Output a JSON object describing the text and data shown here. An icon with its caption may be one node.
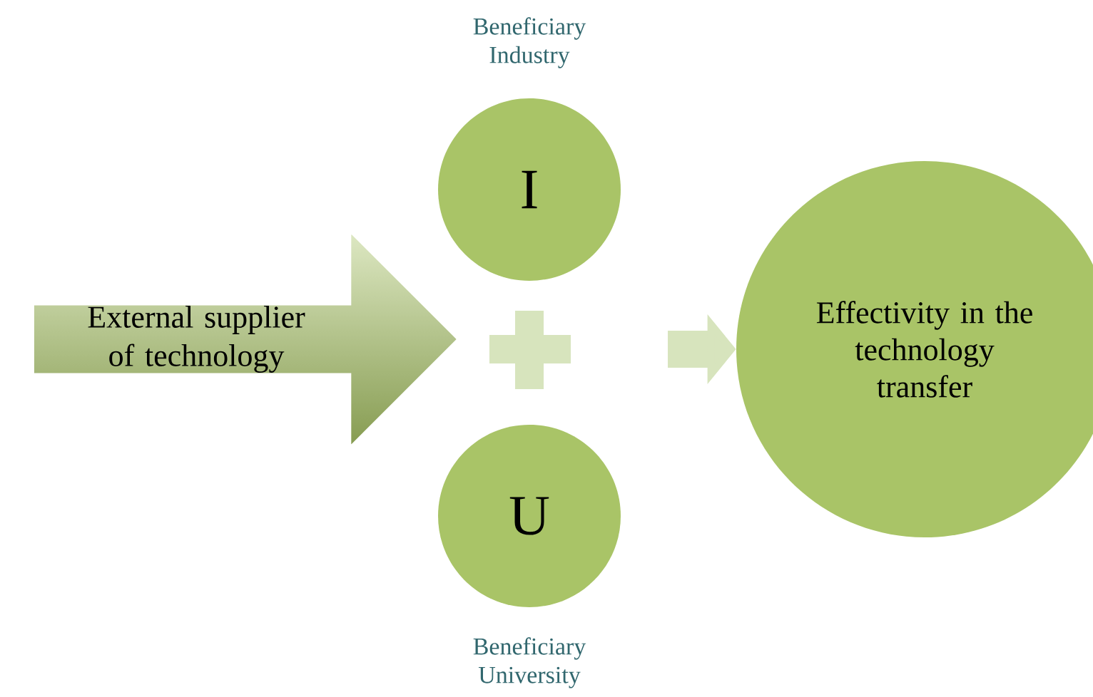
{
  "diagram": {
    "nodes": [
      {
        "text": [
          "External supplier of technology"
        ]
      },
      {
        "text": [
          "I"
        ],
        "beside": [
          "Beneficiary Industry"
        ]
      },
      {
        "text": [
          "U"
        ],
        "beside": [
          "Beneficiary University"
        ]
      },
      {
        "text": [
          "Effectivity in the technology transfer"
        ]
      }
    ],
    "edges": [
      {
        "from": null,
        "to": 3,
        "arrow": "to"
      }
    ]
  }
}
